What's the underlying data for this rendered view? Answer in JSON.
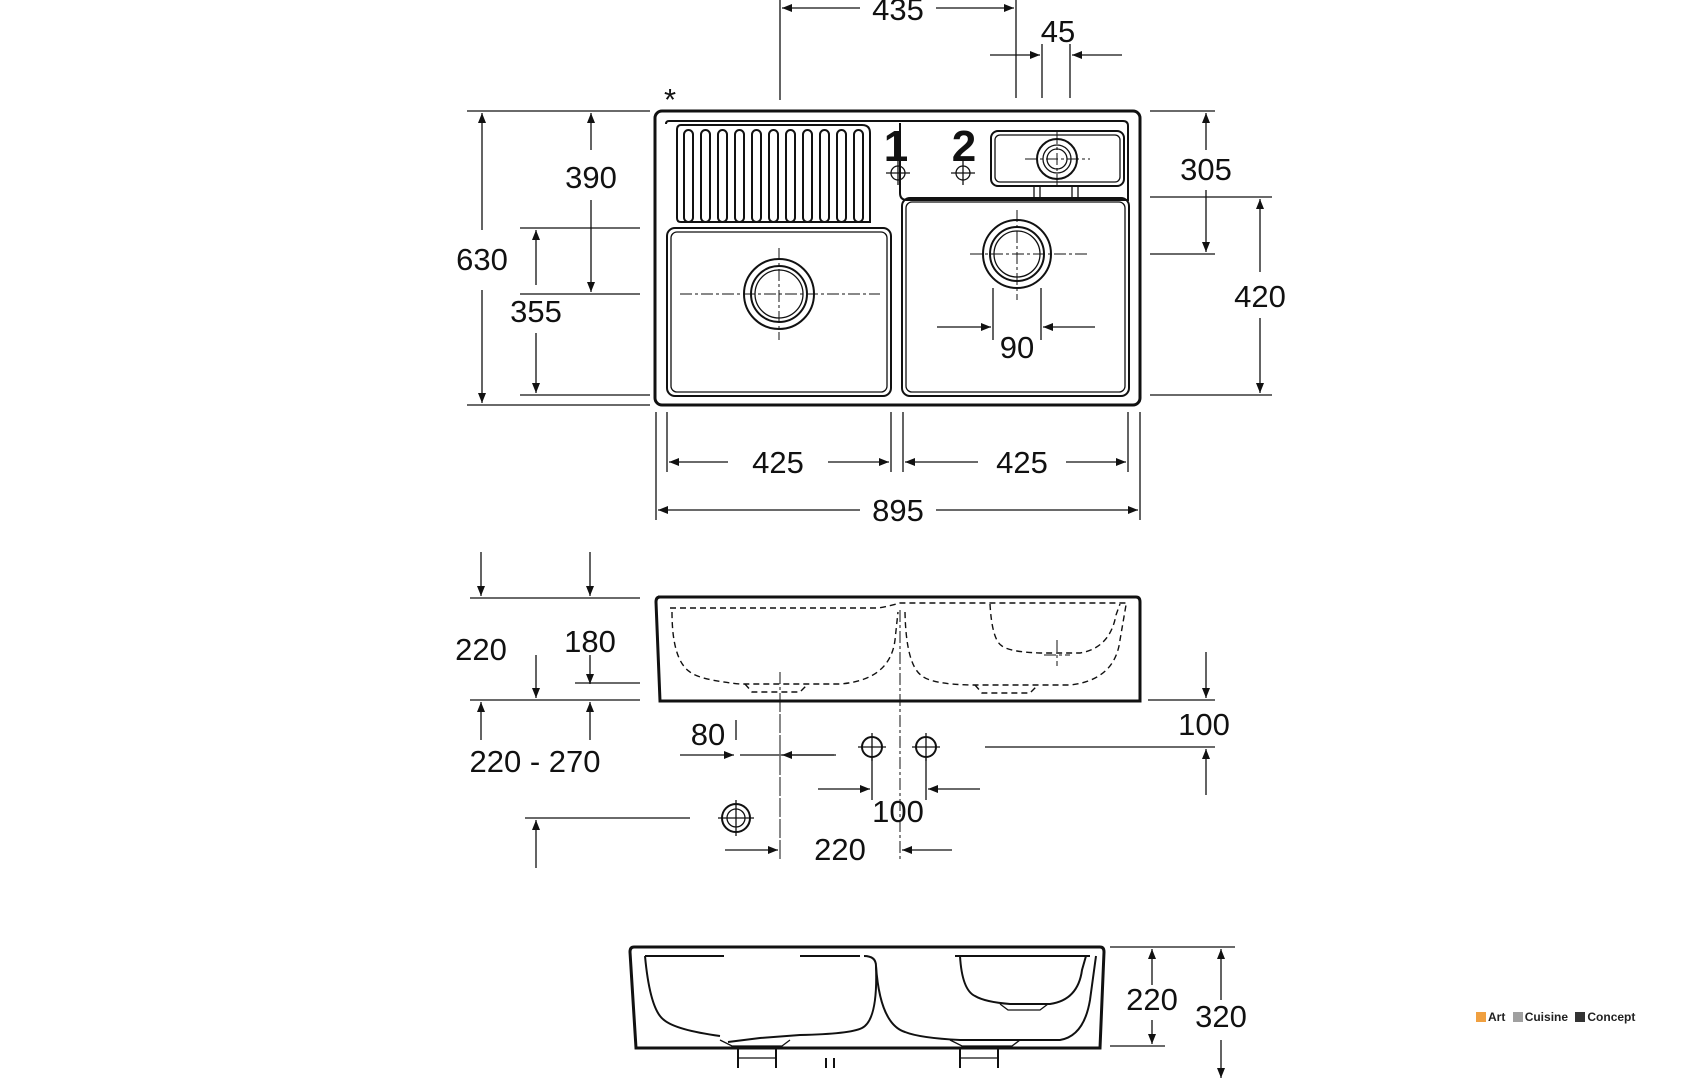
{
  "dimensions": {
    "top_435": "435",
    "top_45": "45",
    "asterisk": "*",
    "left_630": "630",
    "left_390": "390",
    "left_355": "355",
    "right_305": "305",
    "right_420": "420",
    "bowl_90": "90",
    "bottom_425_left": "425",
    "bottom_425_right": "425",
    "bottom_895": "895",
    "side_220": "220",
    "side_180": "180",
    "side_220_270": "220 - 270",
    "side_80": "80",
    "side_100_right": "100",
    "side_100_mid": "100",
    "side_220_bottom": "220",
    "front_220": "220",
    "front_320": "320"
  },
  "tap_holes": {
    "hole_1": "1",
    "hole_2": "2"
  },
  "brand": {
    "word1": "Art",
    "word2": "Cuisine",
    "word3": "Concept",
    "color1": "#f0a040",
    "color2": "#a0a0a0",
    "color3": "#333333"
  }
}
